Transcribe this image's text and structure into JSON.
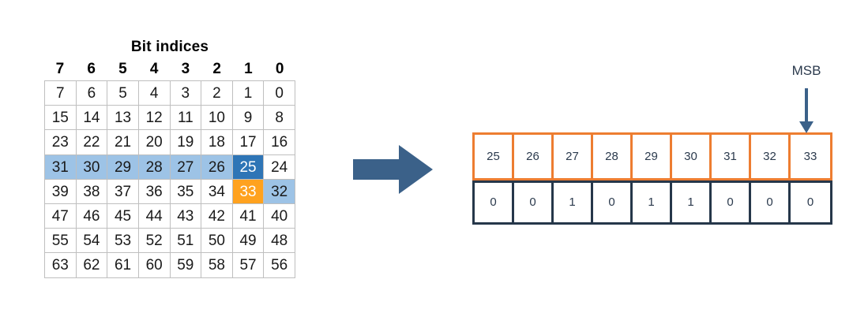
{
  "figure": {
    "grid": {
      "title": "Bit indices",
      "column_headers": [
        "7",
        "6",
        "5",
        "4",
        "3",
        "2",
        "1",
        "0"
      ],
      "rows": [
        {
          "cells": [
            {
              "v": "7",
              "state": "normal"
            },
            {
              "v": "6",
              "state": "normal"
            },
            {
              "v": "5",
              "state": "normal"
            },
            {
              "v": "4",
              "state": "normal"
            },
            {
              "v": "3",
              "state": "normal"
            },
            {
              "v": "2",
              "state": "normal"
            },
            {
              "v": "1",
              "state": "normal"
            },
            {
              "v": "0",
              "state": "normal"
            }
          ]
        },
        {
          "cells": [
            {
              "v": "15",
              "state": "normal"
            },
            {
              "v": "14",
              "state": "normal"
            },
            {
              "v": "13",
              "state": "normal"
            },
            {
              "v": "12",
              "state": "normal"
            },
            {
              "v": "11",
              "state": "normal"
            },
            {
              "v": "10",
              "state": "normal"
            },
            {
              "v": "9",
              "state": "normal"
            },
            {
              "v": "8",
              "state": "normal"
            }
          ]
        },
        {
          "cells": [
            {
              "v": "23",
              "state": "normal"
            },
            {
              "v": "22",
              "state": "normal"
            },
            {
              "v": "21",
              "state": "normal"
            },
            {
              "v": "20",
              "state": "normal"
            },
            {
              "v": "19",
              "state": "normal"
            },
            {
              "v": "18",
              "state": "normal"
            },
            {
              "v": "17",
              "state": "normal"
            },
            {
              "v": "16",
              "state": "normal"
            }
          ]
        },
        {
          "cells": [
            {
              "v": "31",
              "state": "light"
            },
            {
              "v": "30",
              "state": "light"
            },
            {
              "v": "29",
              "state": "light"
            },
            {
              "v": "28",
              "state": "light"
            },
            {
              "v": "27",
              "state": "light"
            },
            {
              "v": "26",
              "state": "light"
            },
            {
              "v": "25",
              "state": "dark"
            },
            {
              "v": "24",
              "state": "normal"
            }
          ]
        },
        {
          "cells": [
            {
              "v": "39",
              "state": "normal"
            },
            {
              "v": "38",
              "state": "normal"
            },
            {
              "v": "37",
              "state": "normal"
            },
            {
              "v": "36",
              "state": "normal"
            },
            {
              "v": "35",
              "state": "normal"
            },
            {
              "v": "34",
              "state": "normal"
            },
            {
              "v": "33",
              "state": "orange"
            },
            {
              "v": "32",
              "state": "light"
            }
          ]
        },
        {
          "cells": [
            {
              "v": "47",
              "state": "normal"
            },
            {
              "v": "46",
              "state": "normal"
            },
            {
              "v": "45",
              "state": "normal"
            },
            {
              "v": "44",
              "state": "normal"
            },
            {
              "v": "43",
              "state": "normal"
            },
            {
              "v": "42",
              "state": "normal"
            },
            {
              "v": "41",
              "state": "normal"
            },
            {
              "v": "40",
              "state": "normal"
            }
          ]
        },
        {
          "cells": [
            {
              "v": "55",
              "state": "normal"
            },
            {
              "v": "54",
              "state": "normal"
            },
            {
              "v": "53",
              "state": "normal"
            },
            {
              "v": "52",
              "state": "normal"
            },
            {
              "v": "51",
              "state": "normal"
            },
            {
              "v": "50",
              "state": "normal"
            },
            {
              "v": "49",
              "state": "normal"
            },
            {
              "v": "48",
              "state": "normal"
            }
          ]
        },
        {
          "cells": [
            {
              "v": "63",
              "state": "normal"
            },
            {
              "v": "62",
              "state": "normal"
            },
            {
              "v": "61",
              "state": "normal"
            },
            {
              "v": "60",
              "state": "normal"
            },
            {
              "v": "59",
              "state": "normal"
            },
            {
              "v": "58",
              "state": "normal"
            },
            {
              "v": "57",
              "state": "normal"
            },
            {
              "v": "56",
              "state": "normal"
            }
          ]
        }
      ]
    },
    "flow_arrow": {
      "icon": "right-block-arrow-icon",
      "color": "#3b6189"
    },
    "bit_vector": {
      "indices": [
        "25",
        "26",
        "27",
        "28",
        "29",
        "30",
        "31",
        "32",
        "33"
      ],
      "values": [
        "0",
        "0",
        "1",
        "0",
        "1",
        "1",
        "0",
        "0",
        "0"
      ],
      "index_border_color": "#ed7d31",
      "value_border_color": "#26374a"
    },
    "msb": {
      "label": "MSB",
      "icon": "down-arrow-icon",
      "color": "#3b6189"
    }
  }
}
